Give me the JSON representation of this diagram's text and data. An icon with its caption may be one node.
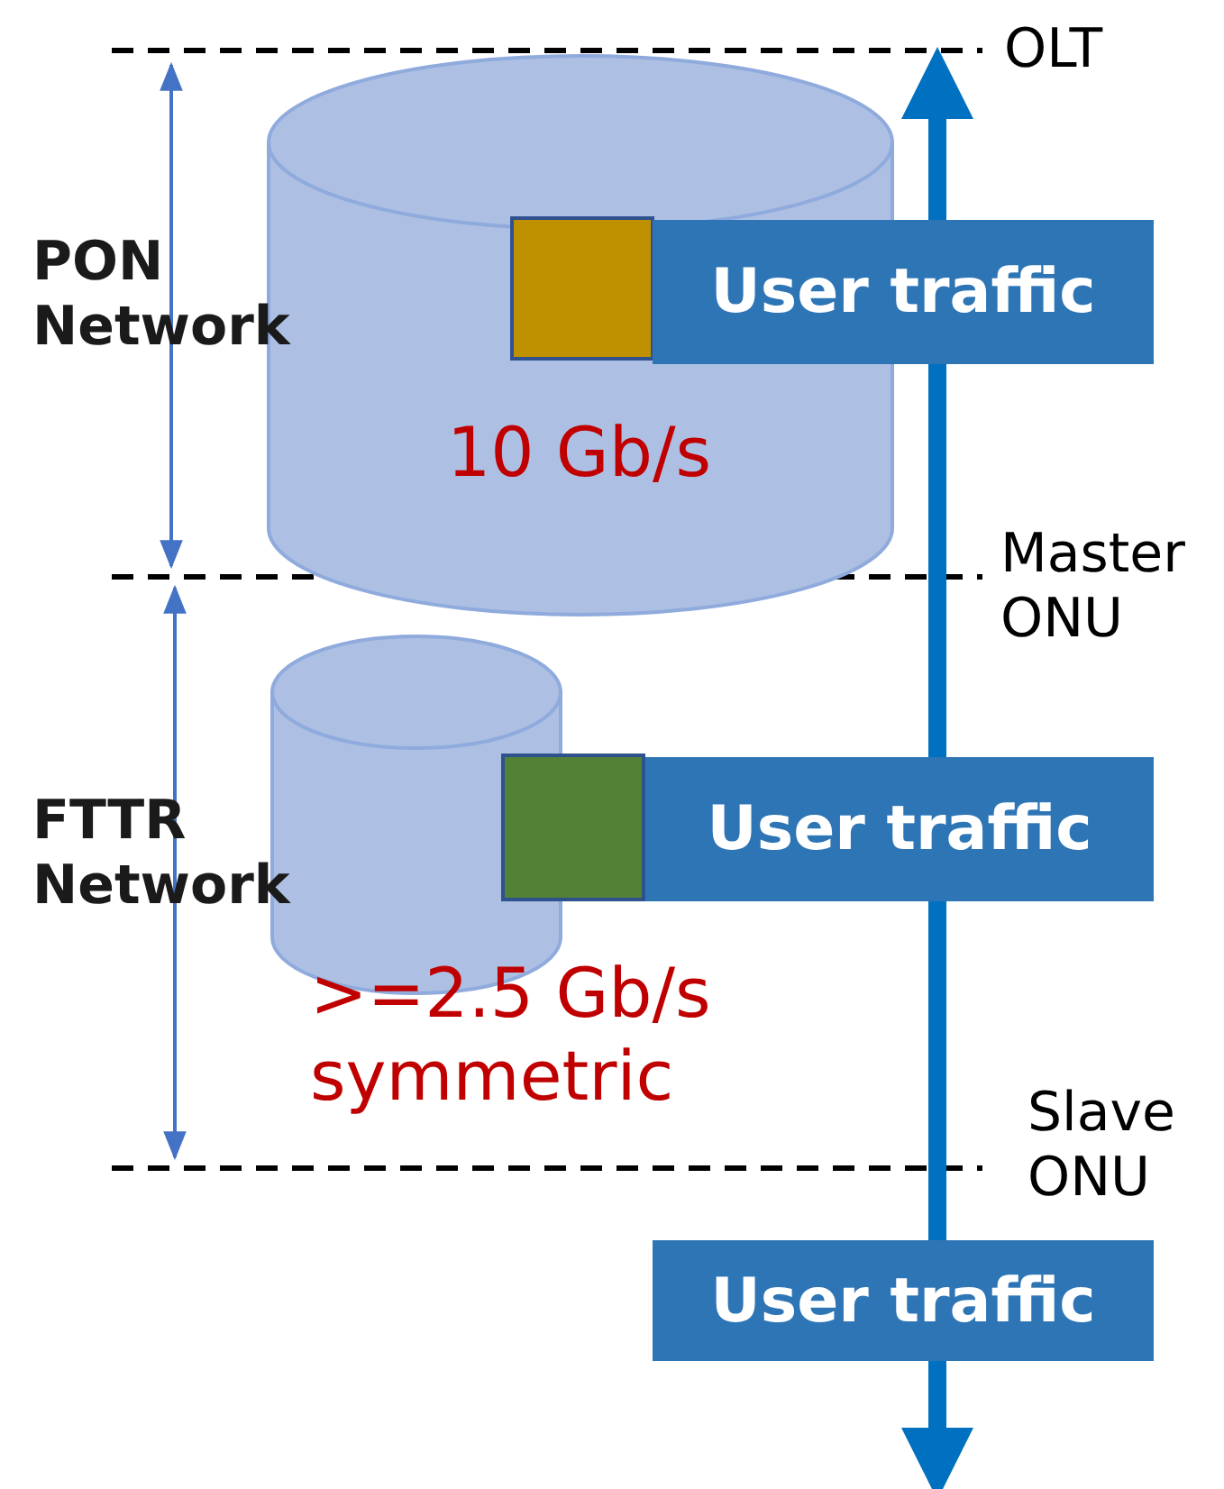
{
  "diagram": {
    "nodes": [
      {
        "text": [
          "10 Gb/s"
        ]
      },
      {
        "text": [],
        "shape": "box",
        "in": 0
      },
      {
        "text": [
          "User traffic"
        ]
      },
      {
        "text": [],
        "shape": "cylinder",
        "beside": [
          ">=2.5 Gb/s symmetric"
        ]
      },
      {
        "text": [],
        "shape": "box"
      },
      {
        "text": [
          "User traffic"
        ]
      },
      {
        "text": [
          "User traffic"
        ]
      }
    ],
    "labels": [
      "OLT",
      "PON Network",
      "Master ONU",
      "FTTR Network",
      "Slave ONU"
    ]
  }
}
